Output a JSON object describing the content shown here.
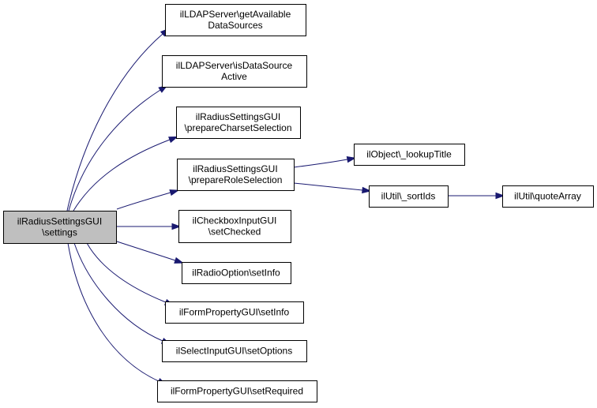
{
  "colors": {
    "edge": "#191970",
    "root_fill": "#bfbfbf",
    "node_fill": "#ffffff",
    "border": "#000000"
  },
  "nodes": [
    {
      "id": "root",
      "lines": [
        "ilRadiusSettingsGUI",
        "\\settings"
      ],
      "root": true
    },
    {
      "id": "getAvailableDataSources",
      "lines": [
        "ilLDAPServer\\getAvailable",
        "DataSources"
      ]
    },
    {
      "id": "isDataSourceActive",
      "lines": [
        "ilLDAPServer\\isDataSource",
        "Active"
      ]
    },
    {
      "id": "prepareCharsetSelection",
      "lines": [
        "ilRadiusSettingsGUI",
        "\\prepareCharsetSelection"
      ]
    },
    {
      "id": "prepareRoleSelection",
      "lines": [
        "ilRadiusSettingsGUI",
        "\\prepareRoleSelection"
      ]
    },
    {
      "id": "setChecked",
      "lines": [
        "ilCheckboxInputGUI",
        "\\setChecked"
      ]
    },
    {
      "id": "radioSetInfo",
      "lines": [
        "ilRadioOption\\setInfo"
      ]
    },
    {
      "id": "formSetInfo",
      "lines": [
        "ilFormPropertyGUI\\setInfo"
      ]
    },
    {
      "id": "setOptions",
      "lines": [
        "ilSelectInputGUI\\setOptions"
      ]
    },
    {
      "id": "setRequired",
      "lines": [
        "ilFormPropertyGUI\\setRequired"
      ]
    },
    {
      "id": "lookupTitle",
      "lines": [
        "ilObject\\_lookupTitle"
      ]
    },
    {
      "id": "sortIds",
      "lines": [
        "ilUtil\\_sortIds"
      ]
    },
    {
      "id": "quoteArray",
      "lines": [
        "ilUtil\\quoteArray"
      ]
    }
  ],
  "edges": [
    {
      "from": "root",
      "to": "getAvailableDataSources"
    },
    {
      "from": "root",
      "to": "isDataSourceActive"
    },
    {
      "from": "root",
      "to": "prepareCharsetSelection"
    },
    {
      "from": "root",
      "to": "prepareRoleSelection"
    },
    {
      "from": "root",
      "to": "setChecked"
    },
    {
      "from": "root",
      "to": "radioSetInfo"
    },
    {
      "from": "root",
      "to": "formSetInfo"
    },
    {
      "from": "root",
      "to": "setOptions"
    },
    {
      "from": "root",
      "to": "setRequired"
    },
    {
      "from": "prepareRoleSelection",
      "to": "lookupTitle"
    },
    {
      "from": "prepareRoleSelection",
      "to": "sortIds"
    },
    {
      "from": "sortIds",
      "to": "quoteArray"
    }
  ]
}
